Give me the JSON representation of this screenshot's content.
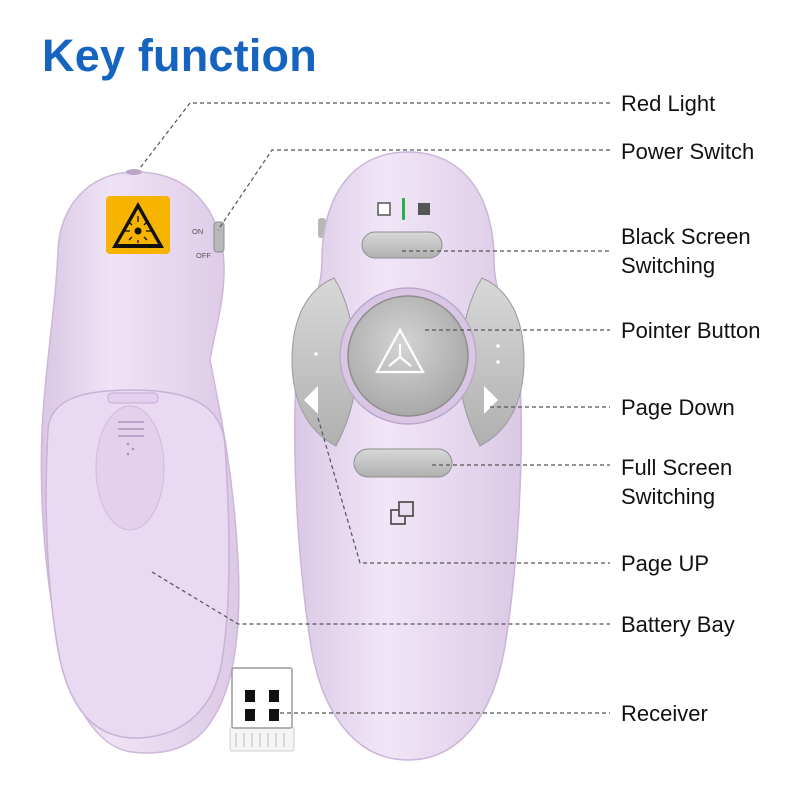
{
  "title": "Key function",
  "colors": {
    "title": "#1565c0",
    "device_body": "#e8d8f0",
    "buttons": "#c8c8c8",
    "laser_warning": "#f5b800",
    "green_indicator": "#22b14c"
  },
  "switch_labels": {
    "on": "ON",
    "off": "OFF"
  },
  "callouts": {
    "red_light": "Red Light",
    "power_switch": "Power Switch",
    "black_screen_1": "Black Screen",
    "black_screen_2": "Switching",
    "pointer_button": "Pointer Button",
    "page_down": "Page Down",
    "full_screen_1": "Full Screen",
    "full_screen_2": "Switching",
    "page_up": "Page UP",
    "battery_bay": "Battery Bay",
    "receiver": "Receiver"
  },
  "icons": {
    "laser_warning": "laser-warning-icon",
    "pointer": "triangle-pointer-icon",
    "blank_screen": "square-outline-icon",
    "full_screen": "windows-stack-icon",
    "page_up": "triangle-left-icon",
    "page_down": "triangle-right-icon"
  }
}
